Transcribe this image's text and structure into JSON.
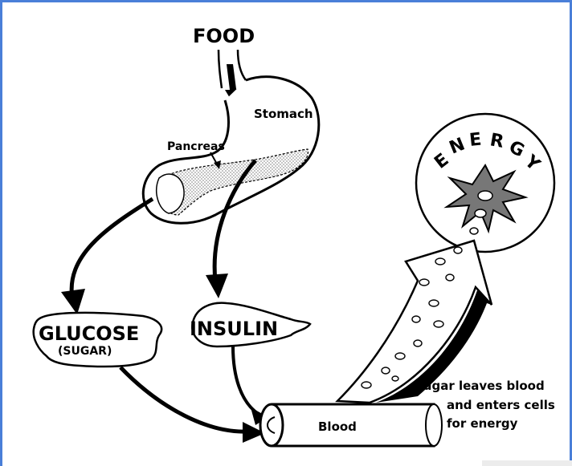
{
  "labels": {
    "food": "FOOD",
    "stomach": "Stomach",
    "pancreas": "Pancreas",
    "energy": "ENERGY",
    "glucose": "GLUCOSE",
    "sugar": "(SUGAR)",
    "insulin": "INSULIN",
    "blood": "Blood",
    "note_line1": "Sugar leaves blood",
    "note_line2": "and enters cells",
    "note_line3": "for energy"
  },
  "colors": {
    "frame": "#4a7fd8",
    "ink": "#000000",
    "star": "#777777"
  }
}
